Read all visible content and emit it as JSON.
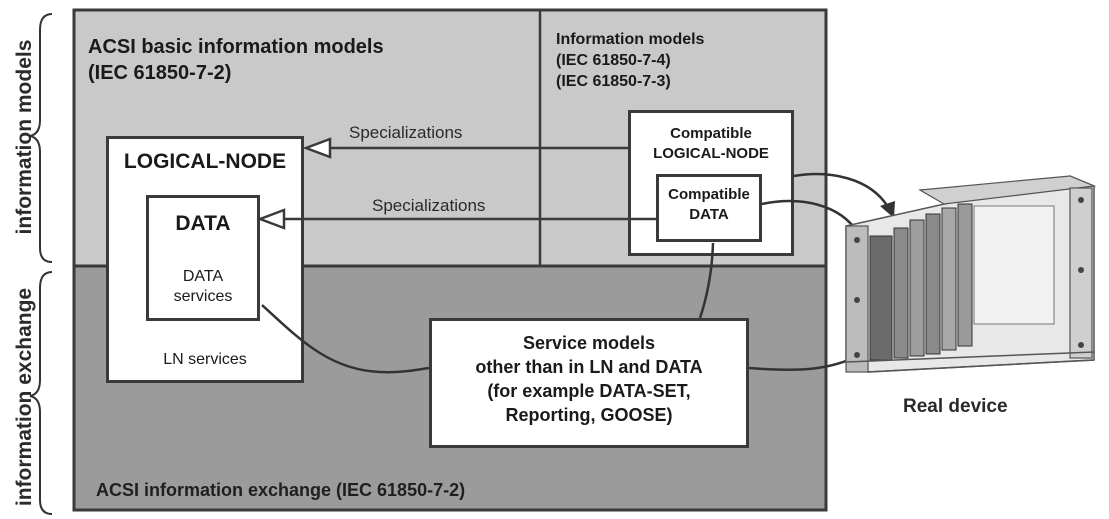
{
  "side_labels": {
    "top": "information models",
    "bottom": "information exchange"
  },
  "acsi_models": {
    "title_line1": "ACSI basic information models",
    "title_line2": "(IEC 61850-7-2)"
  },
  "info_models": {
    "line1": "Information models",
    "line2": "(IEC 61850-7-4)",
    "line3": "(IEC 61850-7-3)"
  },
  "logical_node": {
    "title": "LOGICAL-NODE",
    "services": "LN services"
  },
  "data_box": {
    "title": "DATA",
    "services_line1": "DATA",
    "services_line2": "services"
  },
  "compatible_ln": {
    "line1": "Compatible",
    "line2": "LOGICAL-NODE"
  },
  "compatible_data": {
    "line1": "Compatible",
    "line2": "DATA"
  },
  "arrows": {
    "specialization_top": "Specializations",
    "specialization_bottom": "Specializations"
  },
  "service_models": {
    "line1": "Service models",
    "line2": "other than in LN and DATA",
    "line3": "(for example DATA-SET,",
    "line4": "Reporting, GOOSE)"
  },
  "real_device": {
    "label": "Real device"
  },
  "acsi_exchange": {
    "label": "ACSI information exchange (IEC 61850-7-2)"
  },
  "colors": {
    "top_pane": "#c8c8c8",
    "bottom_pane": "#9a9a9a",
    "border": "#3a3a3a"
  }
}
